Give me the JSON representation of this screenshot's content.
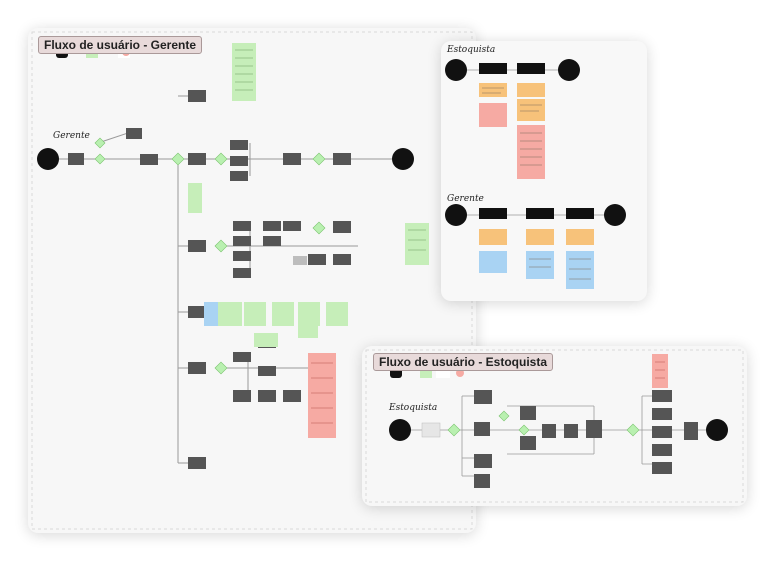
{
  "boards": {
    "gerente": {
      "title": "Fluxo de usuário - Gerente",
      "lane_label": "Gerente"
    },
    "summary": {
      "lane_estoquista": "Estoquista",
      "lane_gerente": "Gerente"
    },
    "estoquista": {
      "title": "Fluxo de usuário - Estoquista",
      "lane_label": "Estoquista"
    }
  },
  "colors": {
    "board_bg": "#f7f7f7",
    "process_box": "#555555",
    "terminal_node": "#111111",
    "decision": "#b9f0b0",
    "note_green": "#c6eeb9",
    "note_orange": "#f7c27a",
    "note_red": "#f6aaa3",
    "note_blue": "#a9d3f3",
    "connector": "#9a9a9a"
  }
}
